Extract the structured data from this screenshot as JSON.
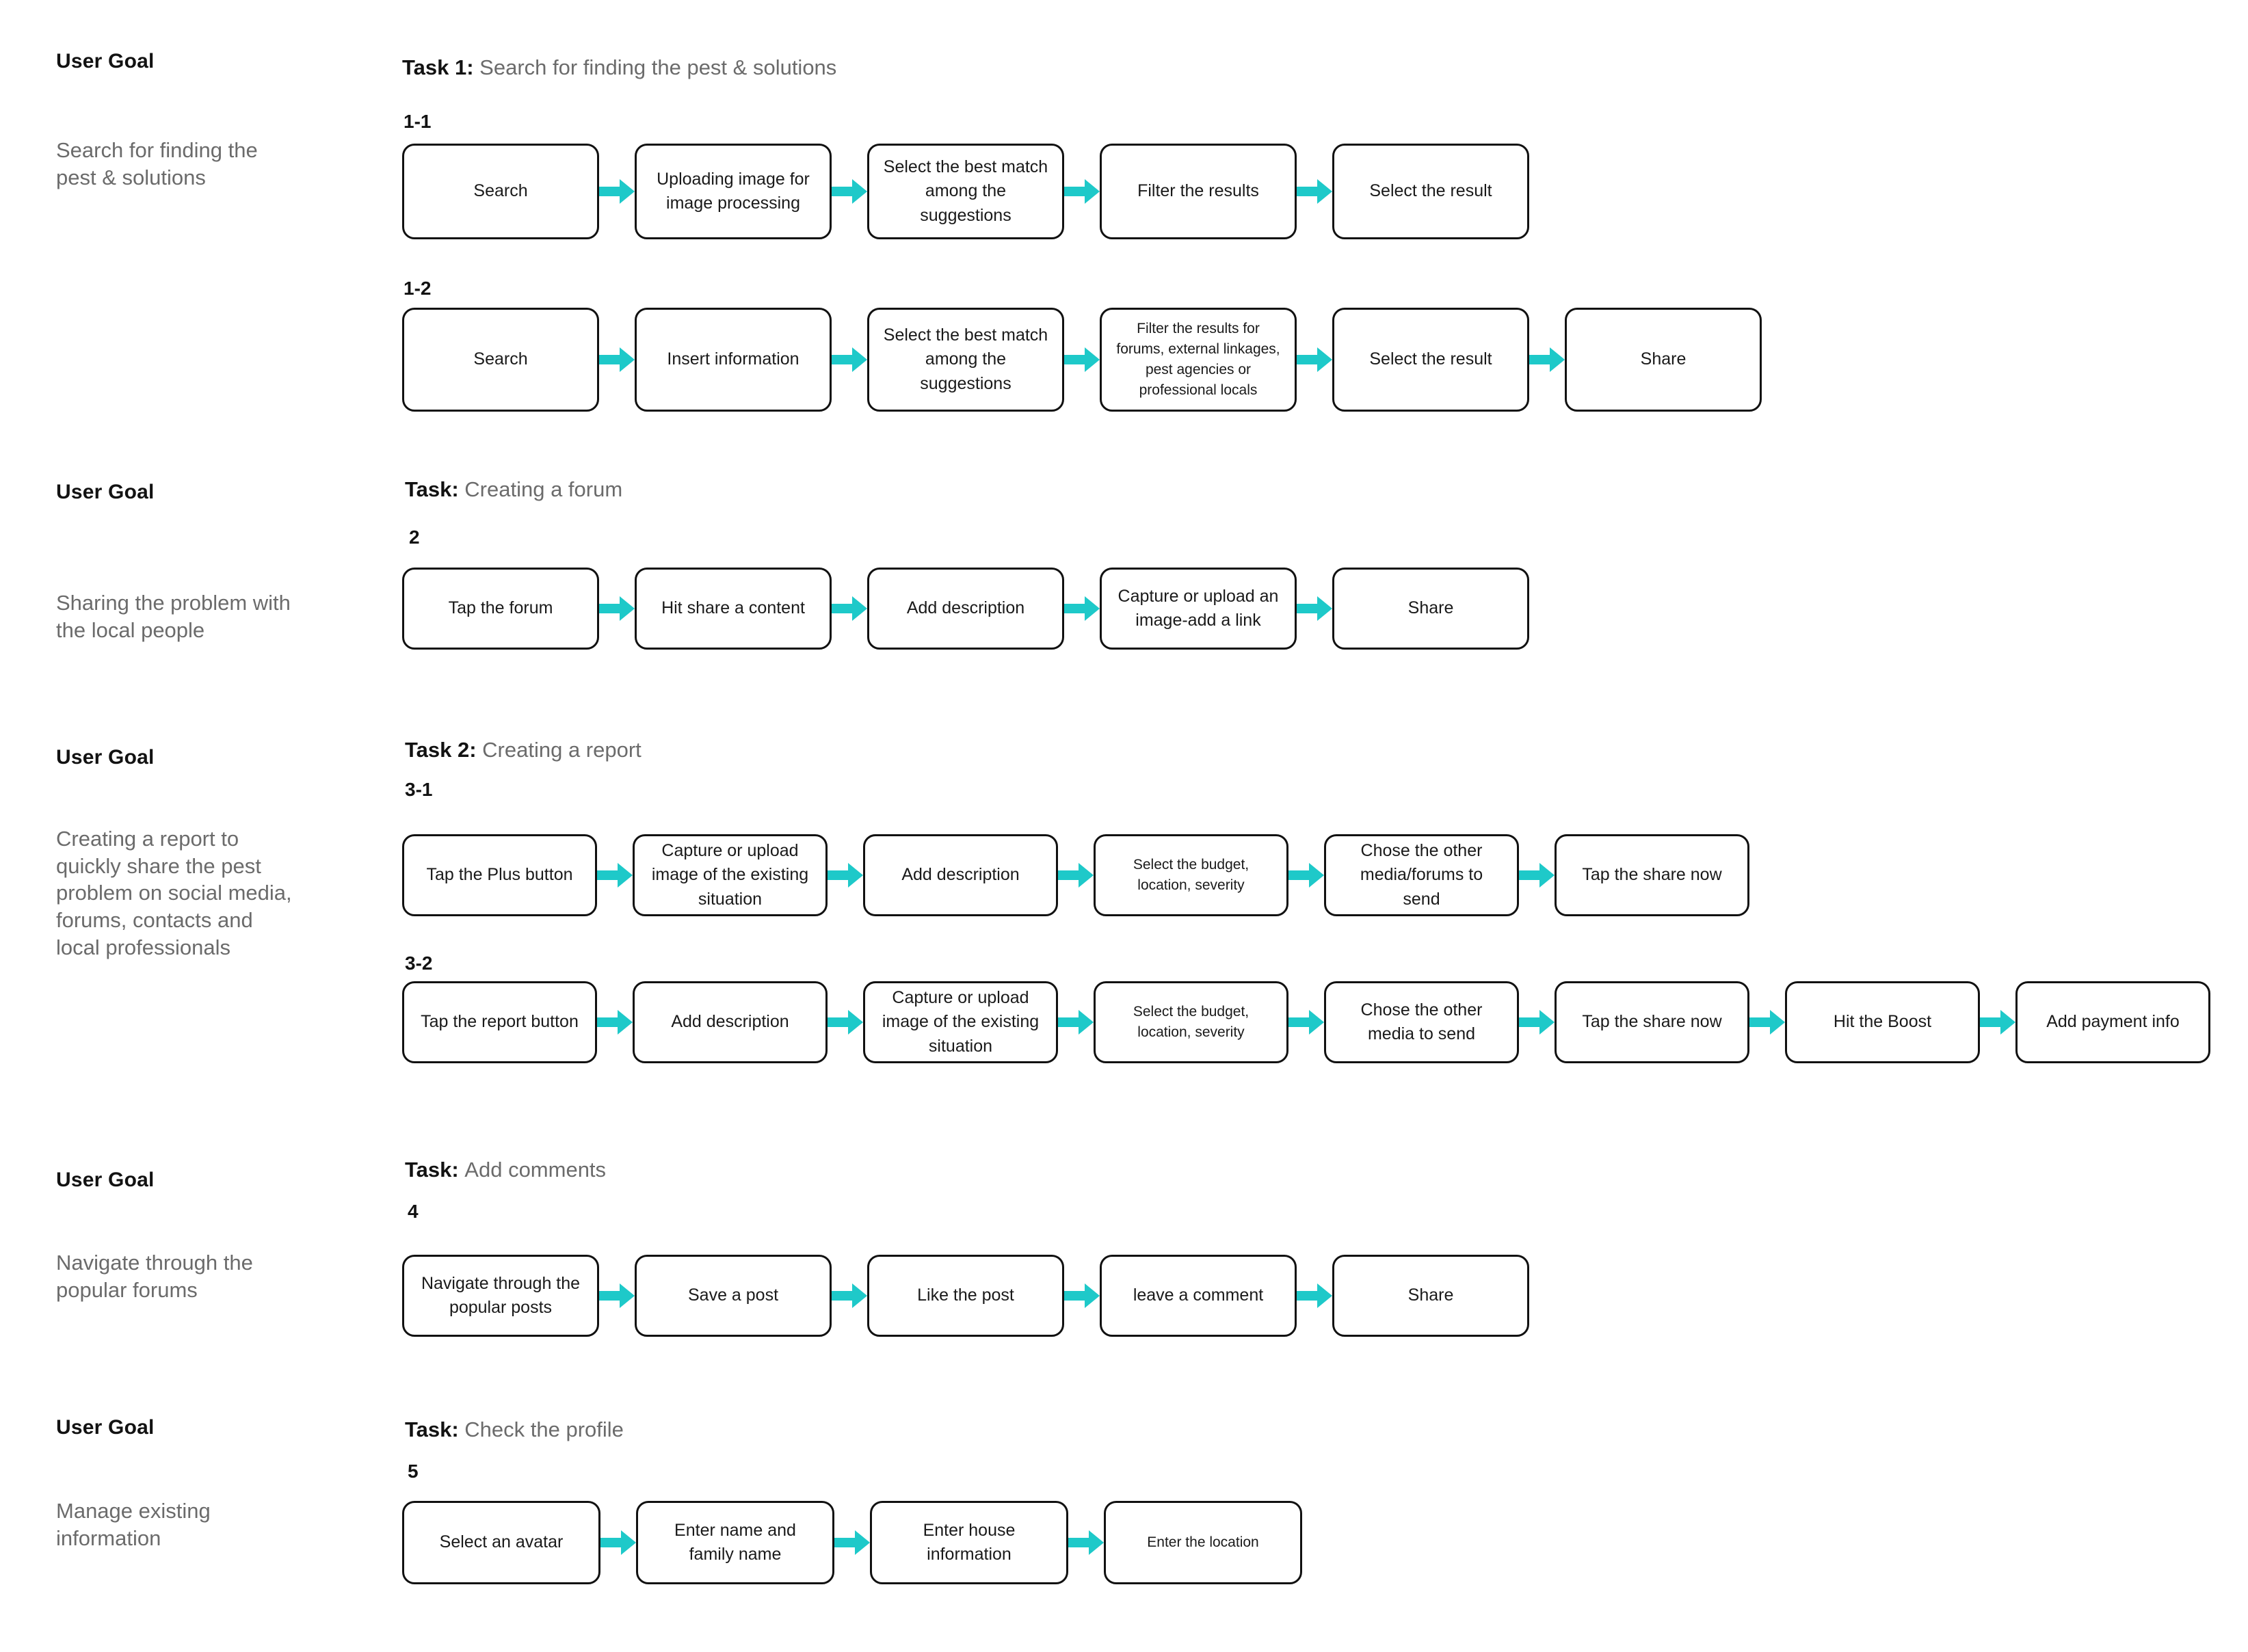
{
  "meta": {
    "accent_color": "#1ec9c9",
    "node_border_color": "#111111",
    "goal_title_color": "#121212",
    "goal_desc_color": "#6b6b6b",
    "background": "#ffffff"
  },
  "goal_label": "User Goal",
  "sections": [
    {
      "goal_label": "User Goal",
      "goal_desc": "Search for finding the\npest & solutions",
      "task_label": "Task 1",
      "task_sep": ": ",
      "task_name": "Search for finding the pest & solutions",
      "rows": [
        {
          "number": "1-1",
          "nodes": [
            "Search",
            "Uploading image for\nimage processing",
            "Select the best match\namong the\nsuggestions",
            "Filter the results",
            "Select the result"
          ]
        },
        {
          "number": "1-2",
          "nodes": [
            "Search",
            "Insert information",
            "Select the best match\namong the\nsuggestions",
            "Filter the results for\nforums, external linkages,\npest agencies or\nprofessional locals",
            "Select the result",
            "Share"
          ]
        }
      ]
    },
    {
      "goal_label": "User Goal",
      "goal_desc": "Sharing the problem with\nthe local people",
      "task_label": "Task",
      "task_sep": ": ",
      "task_name": "Creating a forum",
      "rows": [
        {
          "number": "2",
          "nodes": [
            "Tap the forum",
            "Hit share a content",
            "Add description",
            "Capture or upload an\nimage-add a link",
            "Share"
          ]
        }
      ]
    },
    {
      "goal_label": "User Goal",
      "goal_desc": "Creating a report to\nquickly share the pest\nproblem on social media,\nforums, contacts and\nlocal professionals",
      "task_label": "Task 2",
      "task_sep": ": ",
      "task_name": "Creating a report",
      "rows": [
        {
          "number": "3-1",
          "nodes": [
            "Tap the Plus button",
            "Capture or upload\nimage of the existing\nsituation",
            "Add description",
            "Select the budget,\nlocation, severity",
            "Chose the other\nmedia/forums to\nsend",
            "Tap the share now"
          ]
        },
        {
          "number": "3-2",
          "nodes": [
            "Tap the report button",
            "Add description",
            "Capture or upload\nimage of the existing\nsituation",
            "Select the budget,\nlocation, severity",
            "Chose the other\nmedia to send",
            "Tap the share now",
            "Hit the Boost",
            "Add payment info"
          ]
        }
      ]
    },
    {
      "goal_label": "User Goal",
      "goal_desc": "Navigate through the\npopular forums",
      "task_label": "Task",
      "task_sep": ": ",
      "task_name": "Add comments",
      "rows": [
        {
          "number": "4",
          "nodes": [
            "Navigate through the\npopular posts",
            "Save a post",
            "Like the post",
            "leave a comment",
            "Share"
          ]
        }
      ]
    },
    {
      "goal_label": "User Goal",
      "goal_desc": "Manage existing\ninformation",
      "task_label": "Task",
      "task_sep": ": ",
      "task_name": "Check the profile",
      "rows": [
        {
          "number": "5",
          "nodes": [
            "Select an avatar",
            "Enter name and\nfamily name",
            "Enter house\ninformation",
            "Enter the location"
          ]
        }
      ]
    }
  ]
}
